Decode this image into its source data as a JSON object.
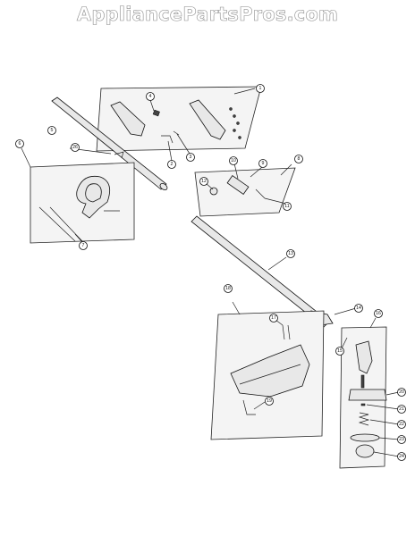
{
  "header": {
    "watermark": "AppliancePartsPros.com"
  },
  "callouts": [
    "1",
    "2",
    "3",
    "4",
    "5",
    "6",
    "7",
    "8",
    "9",
    "10",
    "11",
    "12",
    "13",
    "14",
    "15",
    "16",
    "17",
    "18",
    "19",
    "20",
    "21",
    "22",
    "23",
    "24",
    "26"
  ]
}
